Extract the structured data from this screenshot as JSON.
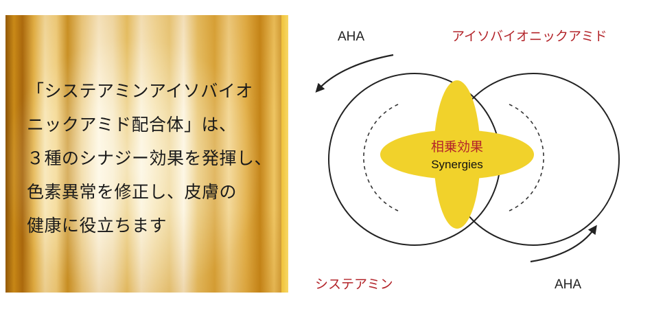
{
  "description": {
    "lines": [
      "「システアミンアイソバイオ",
      "ニックアミド配合体」は、",
      "３種のシナジー効果を発揮し、",
      "色素異常を修正し、皮膚の",
      "健康に役立ちます"
    ]
  },
  "diagram": {
    "label_top_left": "AHA",
    "label_top_right": "アイソバイオニックアミド",
    "label_bottom_left": "システアミン",
    "label_bottom_right": "AHA",
    "center_title": "相乗効果",
    "center_subtitle": "Synergies"
  },
  "colors": {
    "accent_red": "#b3242a",
    "center_fill": "#f1d22b",
    "stroke": "#222222"
  }
}
